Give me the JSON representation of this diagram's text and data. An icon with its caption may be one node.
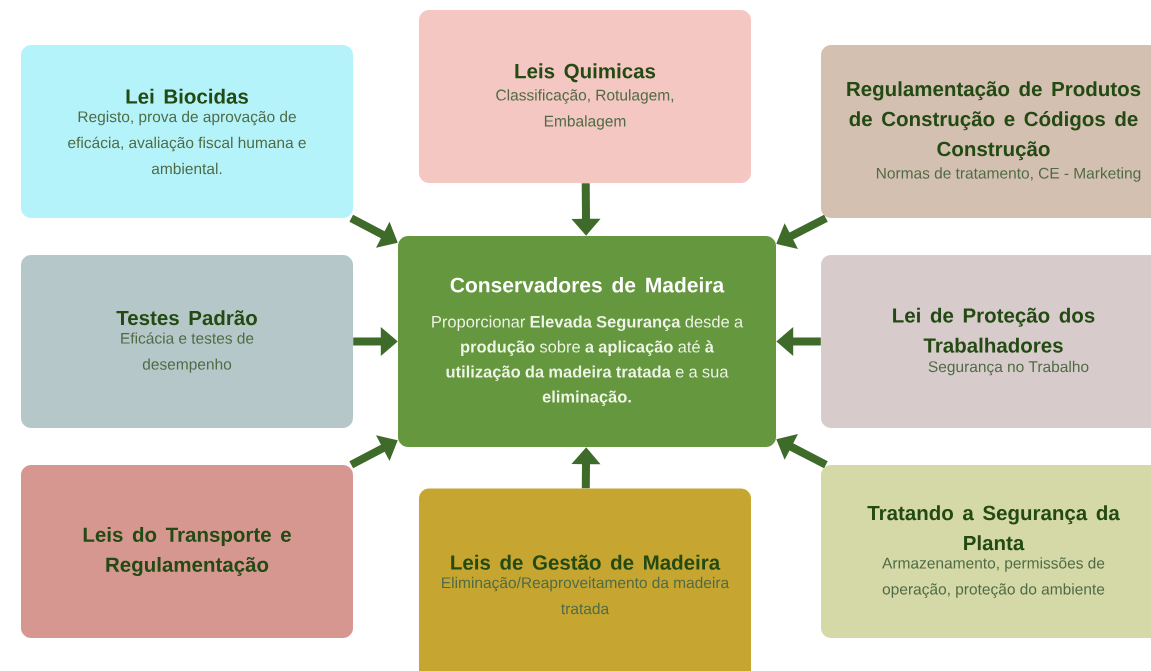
{
  "diagram": {
    "nodes": [
      {
        "text": [
          "Conservadores de Madeira",
          "Proporcionar **Elevada Segurança** desde a **produção** sobre **a aplicação** até **à utilização da madeira tratada** e a sua **eliminação.**"
        ]
      },
      {
        "text": [
          "Lei Biocidas",
          "Registo, prova de aprovação de eficácia, avaliação fiscal humana e ambiental."
        ]
      },
      {
        "text": [
          "Leis Quimicas",
          "Classificação, Rotulagem, Embalagem"
        ]
      },
      {
        "text": [
          "Regulamentação de Produtos de Construção e Códigos de Construção",
          "Normas de tratamento, CE - Marketing"
        ]
      },
      {
        "text": [
          "Testes Padrão",
          "Eficácia e testes de desempenho"
        ]
      },
      {
        "text": [
          "Lei de Proteção dos Trabalhadores",
          "Segurança no Trabalho"
        ]
      },
      {
        "text": [
          "Leis do Transporte e Regulamentação"
        ]
      },
      {
        "text": [
          "Leis de Gestão de Madeira",
          "Eliminação/Reaproveitamento da madeira tratada"
        ]
      },
      {
        "text": [
          "Tratando a Segurança da Planta",
          "Armazenamento, permissões de operação, proteção do ambiente"
        ]
      }
    ],
    "edges": [
      {
        "from": 1,
        "to": 0,
        "arrow": "to"
      },
      {
        "from": 2,
        "to": 0,
        "arrow": "to"
      },
      {
        "from": 3,
        "to": 0,
        "arrow": "to"
      },
      {
        "from": 4,
        "to": 0,
        "arrow": "to"
      },
      {
        "from": 5,
        "to": 0,
        "arrow": "to"
      },
      {
        "from": 6,
        "to": 0,
        "arrow": "to"
      },
      {
        "from": 7,
        "to": 0,
        "arrow": "to"
      },
      {
        "from": 8,
        "to": 0,
        "arrow": "to"
      }
    ]
  }
}
